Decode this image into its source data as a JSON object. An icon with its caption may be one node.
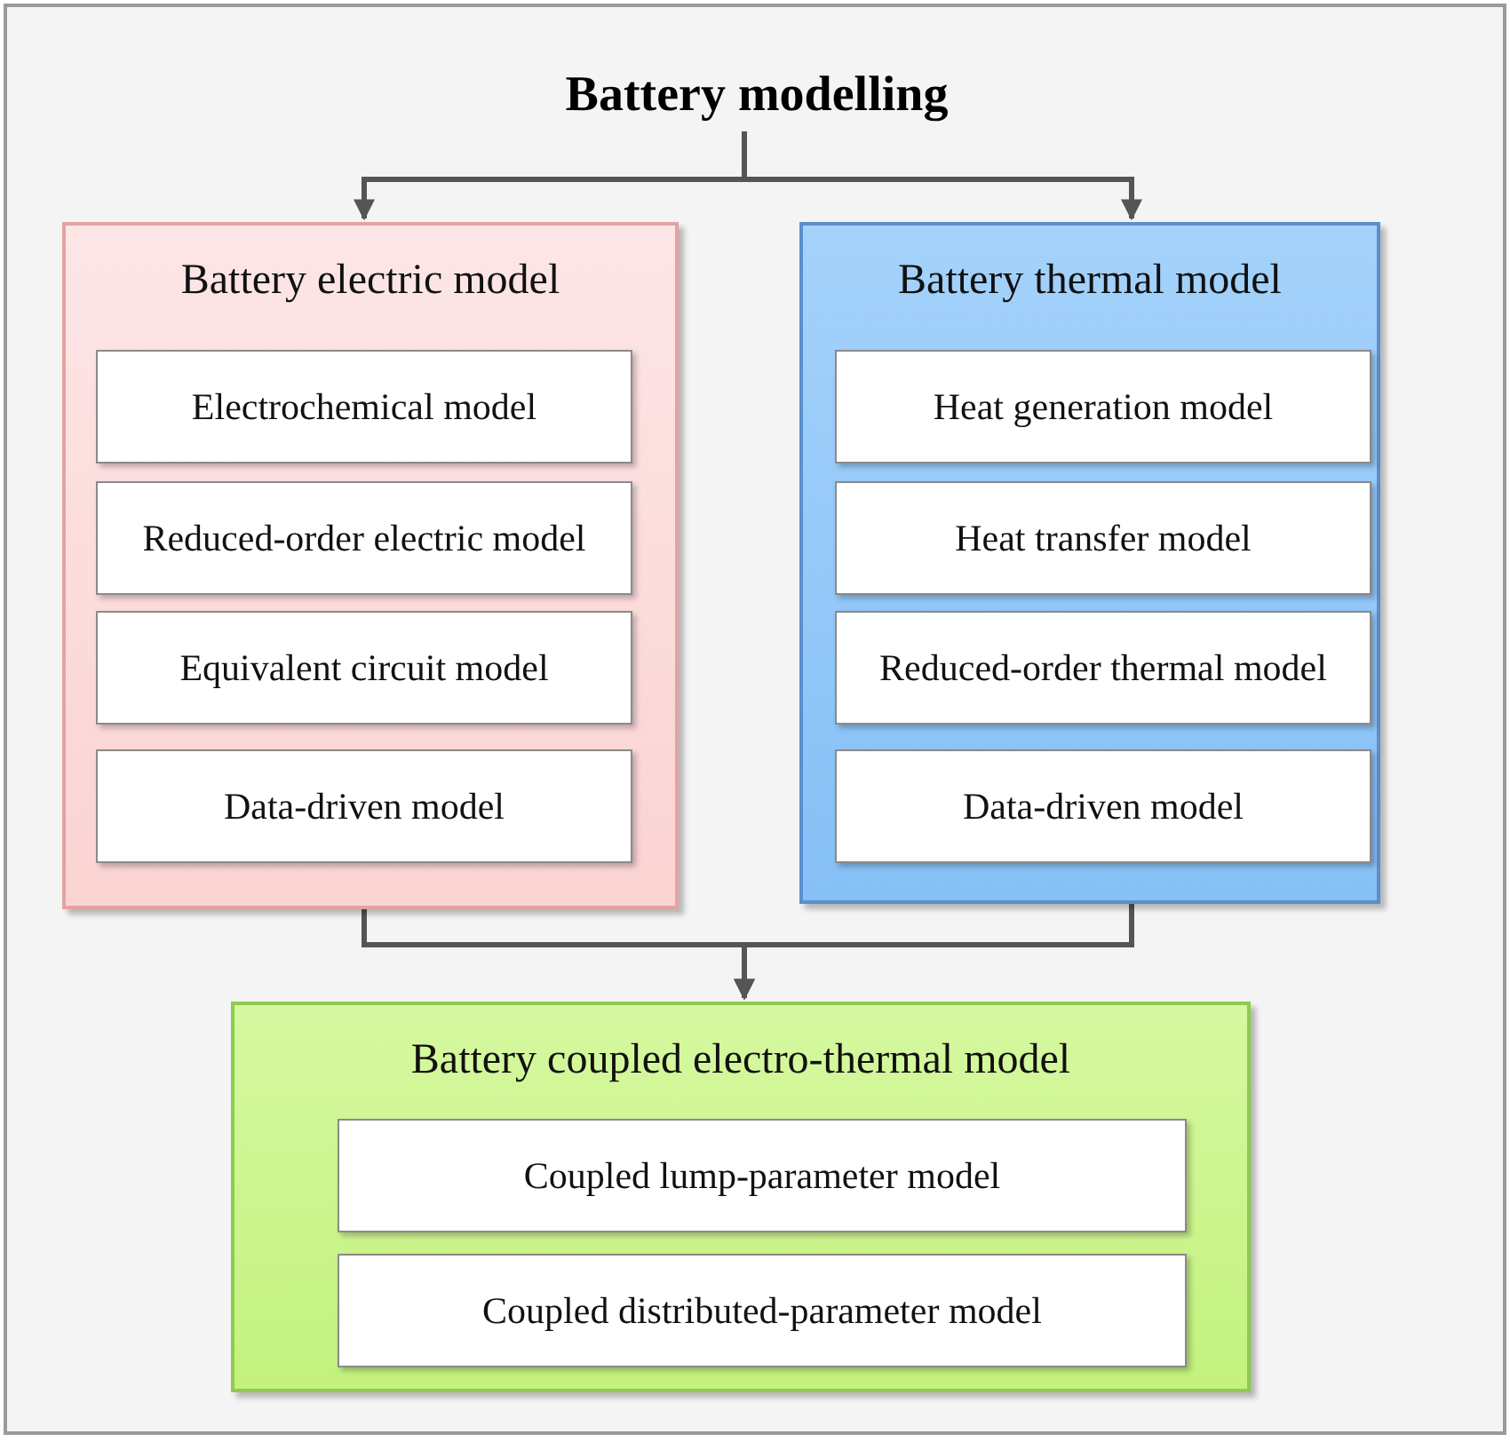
{
  "diagram": {
    "nodes": [
      {
        "text": [
          "Battery modelling"
        ]
      },
      {
        "text": [
          "Battery electric model"
        ]
      },
      {
        "text": [
          "Electrochemical model"
        ],
        "in": 1
      },
      {
        "text": [
          "Reduced-order electric model"
        ],
        "in": 1
      },
      {
        "text": [
          "Equivalent circuit model"
        ],
        "in": 1
      },
      {
        "text": [
          "Data-driven model"
        ],
        "in": 1
      },
      {
        "text": [
          "Battery thermal model"
        ]
      },
      {
        "text": [
          "Heat generation model"
        ],
        "in": 6
      },
      {
        "text": [
          "Heat transfer model"
        ],
        "in": 6
      },
      {
        "text": [
          "Reduced-order thermal model"
        ],
        "in": 6
      },
      {
        "text": [
          "Data-driven model"
        ],
        "in": 6
      },
      {
        "text": [
          "Battery coupled electro-thermal model"
        ]
      },
      {
        "text": [
          "Coupled lump-parameter model"
        ],
        "in": 11
      },
      {
        "text": [
          "Coupled distributed-parameter model"
        ],
        "in": 11
      }
    ],
    "edges": [
      {
        "from": 0,
        "to": 1,
        "arrow": "to"
      },
      {
        "from": 0,
        "to": 6,
        "arrow": "to"
      },
      {
        "from": 1,
        "to": 11,
        "arrow": "to"
      },
      {
        "from": 6,
        "to": 11,
        "arrow": "to"
      }
    ]
  }
}
